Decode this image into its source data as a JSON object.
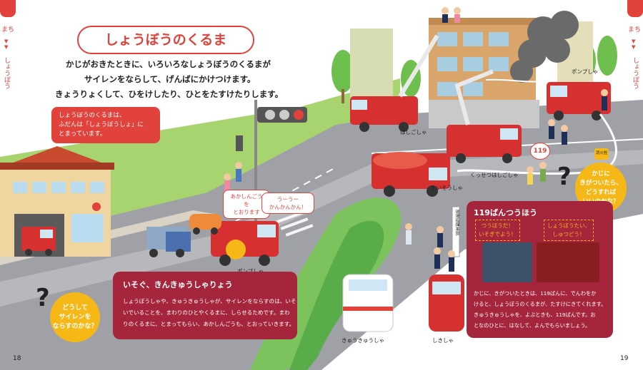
{
  "sidebar": {
    "left_tab": [
      "まち",
      "しょうぼう"
    ],
    "right_tab": [
      "まち",
      "しょうぼう"
    ]
  },
  "title": "しょうぼうのくるま",
  "intro": [
    "かじがおきたときに、いろいろなしょうぼうのくるまが",
    "サイレンをならして、げんばにかけつけます。",
    "きょうりょくして、ひをけしたり、ひとをたすけたりします。"
  ],
  "station_bubble": [
    "しょうぼうのくるまは、",
    "ふだんは「しょうぼうしょ」に",
    "とまっています。"
  ],
  "siren_bubbles": {
    "child": [
      "あかしんごうを",
      "とおります"
    ],
    "siren": [
      "うーうー",
      "かんかんかん！"
    ]
  },
  "question_left": [
    "どうして",
    "サイレンを",
    "ならすのかな？"
  ],
  "question_right": [
    "かじに",
    "きがついたら、",
    "どうすれば",
    "いいのかな？"
  ],
  "hurry_panel": {
    "title": "いそぐ、きんきゅうしゃりょう",
    "lines": [
      "しょうぼうしゃや、きゅうきゅうしゃが、サイレンをならすのは、いそ",
      "いでいることを、まわりのひとやくるまに、しらせるためです。まわ",
      "りのくるまに、とまってもらい、あかしんごうも、とおっていきます。"
    ]
  },
  "call_panel": {
    "title": "119ばんつうほう",
    "bubble_left": [
      "つうほうだ！",
      "いそぎでよう！"
    ],
    "bubble_right": [
      "しょうぼうたい、",
      "しゅつどう！"
    ],
    "lines": [
      "かじに、きがついたときは、119ばんに、でんわをか",
      "けると、しょうぼうのくるまが、たすけにきてくれます。",
      "きゅうきゅうしゃを、よぶときも、119ばんです。お",
      "となのひとに、はなして、よんでもらいましょう。"
    ]
  },
  "call_sign": "119",
  "hq_sign": "現場指揮本部",
  "smoke_icon_label": "消火栓",
  "vehicle_labels": {
    "ladder": "はしごしゃ",
    "bent_ladder": "くっせつはしごしゃ",
    "pump_top": "ポンプしゃ",
    "water_tank": "すいそうしゃ",
    "pump_bottom": "ポンプしゃ",
    "ambulance": "きゅうきゅうしゃ",
    "command": "しきしゃ"
  },
  "page_numbers": {
    "left": "18",
    "right": "19"
  },
  "colors": {
    "accent_red": "#e1423c",
    "panel_maroon": "#a5263c",
    "question_yellow": "#f6b817",
    "road_gray": "#9c9ea3",
    "grass_green": "#9fd06b",
    "building_tan": "#e8c78a"
  }
}
